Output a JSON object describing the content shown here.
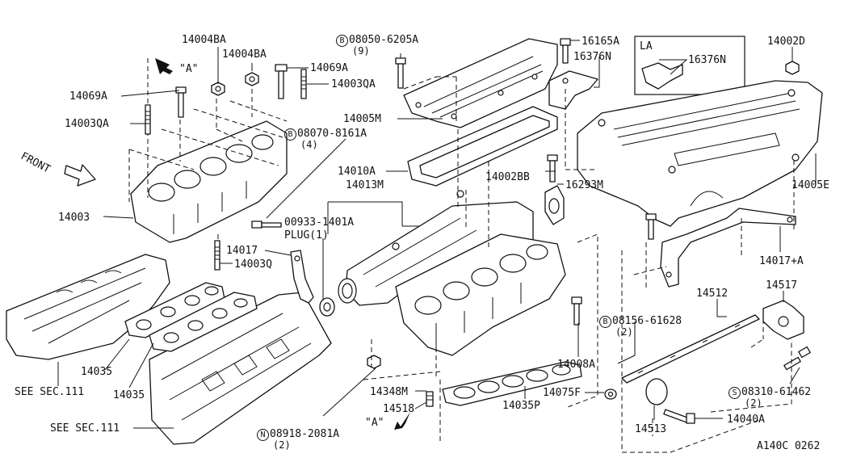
{
  "labels": {
    "p14004BA_a": "14004BA",
    "p14004BA_b": "14004BA",
    "p14069A_a": "14069A",
    "p14069A_b": "14069A",
    "p14003QA_a": "14003QA",
    "p14003QA_b": "14003QA",
    "view_a_top": "\"A\"",
    "front": "FRONT",
    "p14003": "14003",
    "p14017": "14017",
    "p14003Q": "14003Q",
    "bolt_b1_num": "08050-6205A",
    "bolt_b1_qty": "(9)",
    "bolt_b2_num": "08070-8161A",
    "bolt_b2_qty": "(4)",
    "bolt_b3_num": "08156-61628",
    "bolt_b3_qty": "(2)",
    "bolt_s_num": "08310-61462",
    "bolt_s_qty": "(2)",
    "nut_n_num": "08918-2081A",
    "nut_n_qty": "(2)",
    "mark_b": "B",
    "mark_s": "S",
    "mark_n": "N",
    "p14005M": "14005M",
    "p14010A": "14010A",
    "p14013M": "14013M",
    "plug_num": "00933-1401A",
    "plug_text": "PLUG(1)",
    "p16165A": "16165A",
    "p16376N_a": "16376N",
    "p16376N_b": "16376N",
    "la": "LA",
    "p14002D": "14002D",
    "p14005E": "14005E",
    "p14002BB": "14002BB",
    "p16293M": "16293M",
    "p14017A": "14017+A",
    "p14512": "14512",
    "p14517": "14517",
    "p14008A": "14008A",
    "p14348M": "14348M",
    "p14518": "14518",
    "view_a_bot": "\"A\"",
    "p14075F": "14075F",
    "p14035P": "14035P",
    "p14040A": "14040A",
    "p14513": "14513",
    "p14035_a": "14035",
    "p14035_b": "14035",
    "see1": "SEE SEC.111",
    "see2": "SEE SEC.111",
    "code": "A140C 0262"
  }
}
